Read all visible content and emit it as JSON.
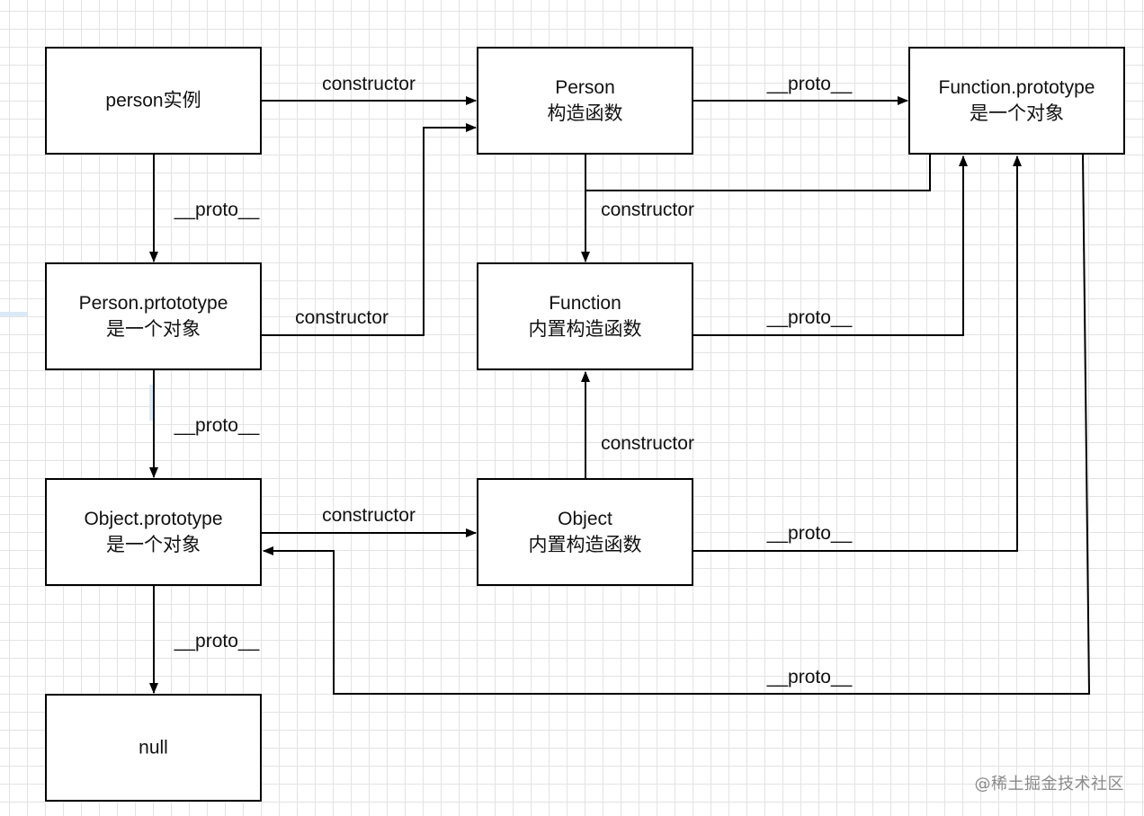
{
  "nodes": [
    {
      "id": "person-instance",
      "lines": [
        "person实例"
      ]
    },
    {
      "id": "person-constructor",
      "lines": [
        "Person",
        "构造函数"
      ]
    },
    {
      "id": "function-prototype",
      "lines": [
        "Function.prototype",
        "是一个对象"
      ]
    },
    {
      "id": "person-prototype",
      "lines": [
        "Person.prtototype",
        "是一个对象"
      ]
    },
    {
      "id": "function-builtin",
      "lines": [
        "Function",
        "内置构造函数"
      ]
    },
    {
      "id": "object-prototype",
      "lines": [
        "Object.prototype",
        "是一个对象"
      ]
    },
    {
      "id": "object-builtin",
      "lines": [
        "Object",
        "内置构造函数"
      ]
    },
    {
      "id": "null",
      "lines": [
        "null"
      ]
    }
  ],
  "edges": [
    {
      "id": "instance-to-person-constructor",
      "from": "person-instance",
      "to": "person-constructor",
      "label": "constructor"
    },
    {
      "id": "person-to-function-prototype",
      "from": "person-constructor",
      "to": "function-prototype",
      "label": "__proto__"
    },
    {
      "id": "instance-to-person-prototype",
      "from": "person-instance",
      "to": "person-prototype",
      "label": "__proto__"
    },
    {
      "id": "person-prototype-to-person-constructor",
      "from": "person-prototype",
      "to": "person-constructor",
      "label": "constructor"
    },
    {
      "id": "person-to-function-builtin",
      "from": "person-constructor",
      "to": "function-builtin",
      "label": "constructor"
    },
    {
      "id": "function-builtin-to-function-prototype",
      "from": "function-builtin",
      "to": "function-prototype",
      "label": "__proto__"
    },
    {
      "id": "person-prototype-to-object-prototype",
      "from": "person-prototype",
      "to": "object-prototype",
      "label": "__proto__"
    },
    {
      "id": "object-builtin-to-function-builtin",
      "from": "object-builtin",
      "to": "function-builtin",
      "label": "constructor"
    },
    {
      "id": "object-prototype-to-object-builtin",
      "from": "object-prototype",
      "to": "object-builtin",
      "label": "constructor"
    },
    {
      "id": "object-builtin-to-function-prototype",
      "from": "object-builtin",
      "to": "function-prototype",
      "label": "__proto__"
    },
    {
      "id": "object-prototype-to-null",
      "from": "object-prototype",
      "to": "null",
      "label": "__proto__"
    },
    {
      "id": "function-prototype-to-object-prototype",
      "from": "function-prototype",
      "to": "object-prototype",
      "label": "__proto__"
    }
  ],
  "watermark": "@稀土掘金技术社区"
}
